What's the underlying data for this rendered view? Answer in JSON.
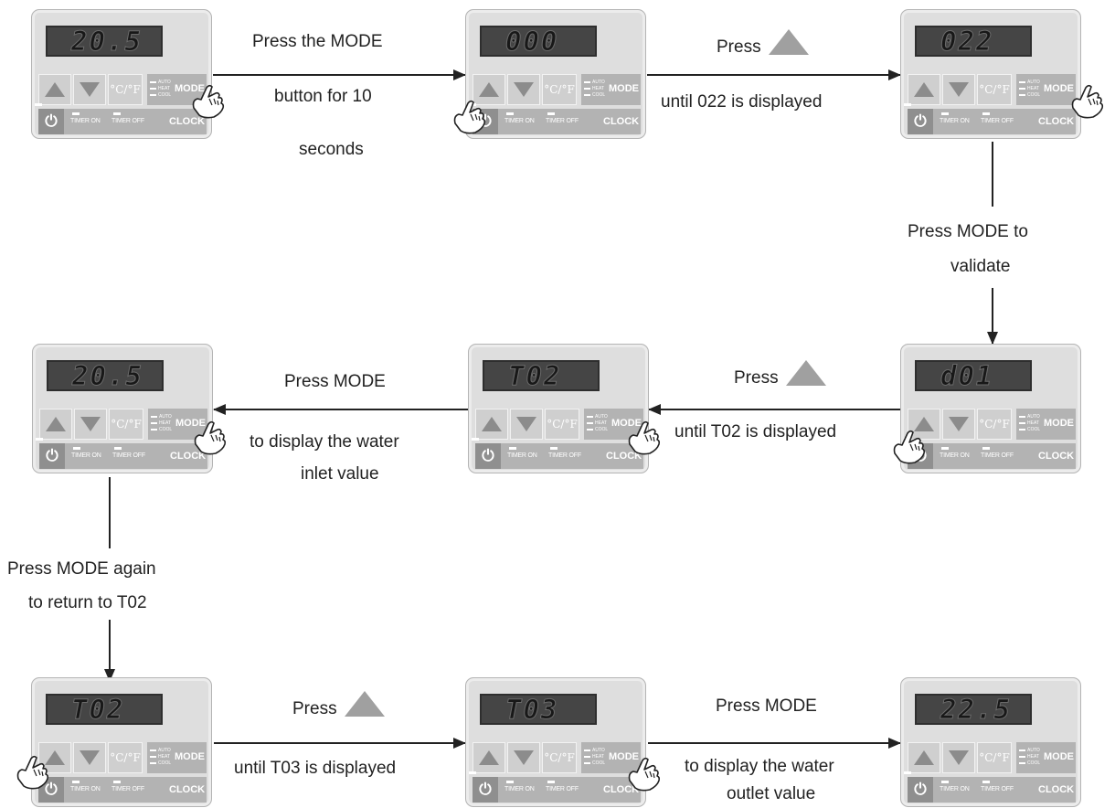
{
  "controller": {
    "cf_label": "°C/°F",
    "mode_label": "MODE",
    "mode_options": [
      "AUTO",
      "HEAT",
      "COOL"
    ],
    "timer_on": "TIMER ON",
    "timer_off": "TIMER OFF",
    "clock": "CLOCK",
    "power_symbol": "⏻"
  },
  "steps": [
    {
      "display": "20.5"
    },
    {
      "display": "000"
    },
    {
      "display": "022"
    },
    {
      "display": "d01"
    },
    {
      "display": "T02"
    },
    {
      "display": "20.5"
    },
    {
      "display": "T02"
    },
    {
      "display": "T03"
    },
    {
      "display": "22.5"
    }
  ],
  "labels": {
    "a1_line1": "Press the MODE",
    "a1_line2": "button for 10",
    "a1_line3": "seconds",
    "a2_press": "Press",
    "a2_line2": "until 022 is displayed",
    "a3_line1": "Press MODE to",
    "a3_line2": "validate",
    "a4_press": "Press",
    "a4_line2": "until T02 is displayed",
    "a5_line1": "Press MODE",
    "a5_line2": "to display the water",
    "a5_line3": "inlet value",
    "a6_line1": "Press MODE again",
    "a6_line2": "to return to T02",
    "a7_press": "Press",
    "a7_line2": "until T03 is displayed",
    "a8_line1": "Press MODE",
    "a8_line2": "to display the water",
    "a8_line3": "outlet value"
  },
  "colors": {
    "panel_bg": "#dedede",
    "lcd_bg": "#454545",
    "button_gray": "#b3b3b3",
    "triangle_gray": "#a0a0a0"
  }
}
